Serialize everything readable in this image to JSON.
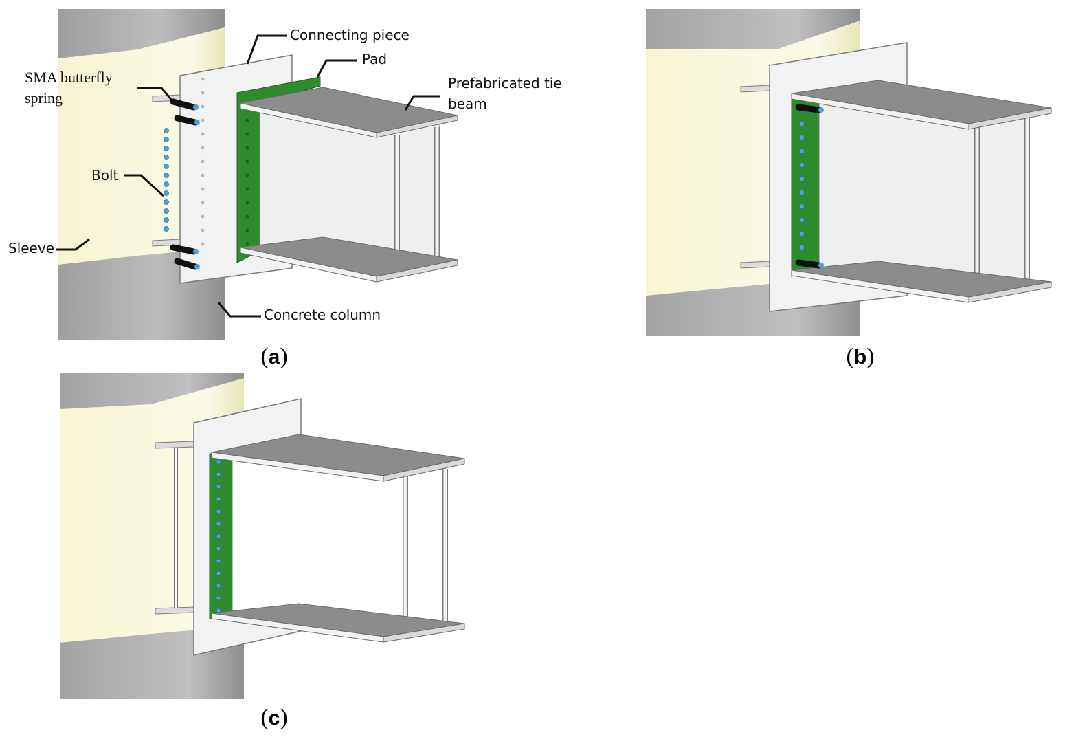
{
  "panels": [
    {
      "id": "a",
      "caption_letter": "a",
      "labels": {
        "connecting_piece": "Connecting piece",
        "pad": "Pad",
        "tie_beam_line1": "Prefabricated tie",
        "tie_beam_line2": "beam",
        "sma_line1": "SMA butterfly",
        "sma_line2": "spring",
        "bolt": "Bolt",
        "sleeve": "Sleeve",
        "concrete_column": "Concrete column"
      }
    },
    {
      "id": "b",
      "caption_letter": "b"
    },
    {
      "id": "c",
      "caption_letter": "c"
    }
  ],
  "colors": {
    "concrete": "#a9a9a9",
    "sleeve": "#f7f5c8",
    "plate": "#f2f2f2",
    "flange_top": "#8c8c8c",
    "pad": "#2e8b2e",
    "bolt": "#4aa3d8",
    "spring": "#1a1a1a"
  }
}
